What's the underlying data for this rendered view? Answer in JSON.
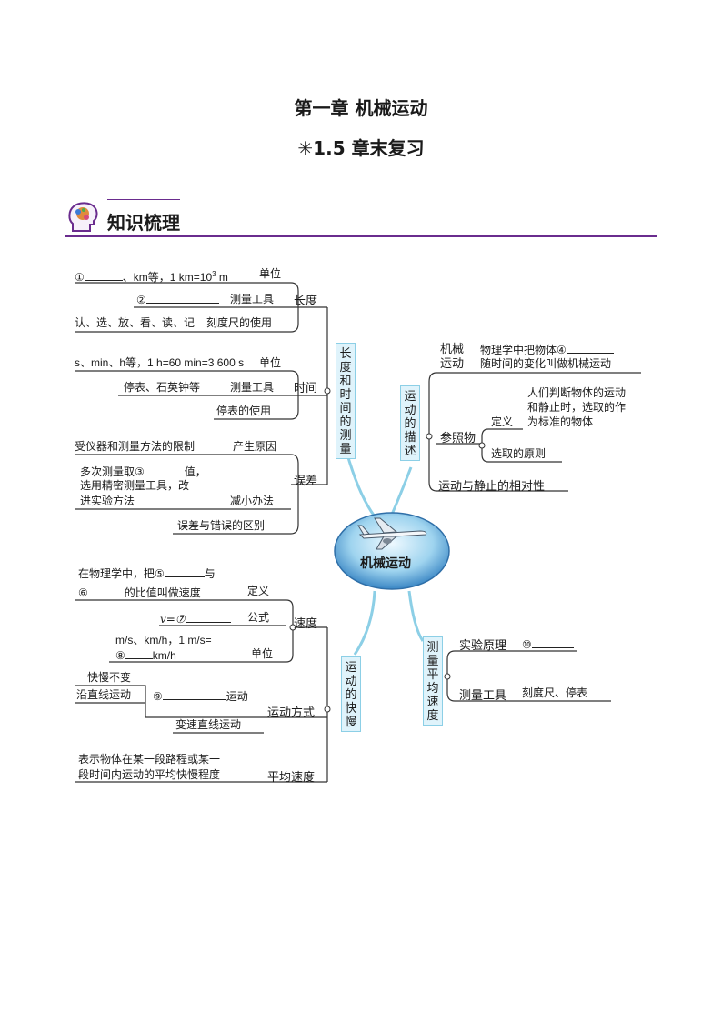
{
  "header": {
    "chapter_title": "第一章  机械运动",
    "section_title": "✳1.5  章末复习"
  },
  "knowledge": {
    "title": "知识梳理"
  },
  "center_label": "机械运动",
  "length_time": {
    "branch_label": [
      "长",
      "度",
      "和",
      "时",
      "间",
      "的",
      "测",
      "量"
    ],
    "length": {
      "label": "长度",
      "unit_label": "单位",
      "unit_text_a": "①",
      "unit_text_b": "、km等，1 km=10",
      "unit_sup": "3",
      "unit_text_c": " m",
      "tool_num": "②",
      "tool_label": "测量工具",
      "ruler_text": "认、选、放、看、读、记",
      "ruler_label": "刻度尺的使用"
    },
    "time": {
      "label": "时间",
      "unit_text": "s、min、h等，1 h=60 min=3 600 s",
      "unit_label": "单位",
      "tools_text": "停表、石英钟等",
      "tools_label": "测量工具",
      "usage_label": "停表的使用"
    },
    "error": {
      "label": "误差",
      "cause_text": "受仪器和测量方法的限制",
      "cause_label": "产生原因",
      "reduce_line1_a": "多次测量取③",
      "reduce_line1_b": "值，",
      "reduce_line2": "选用精密测量工具，改",
      "reduce_line3": "进实验方法",
      "reduce_label": "减小办法",
      "diff_label": "误差与错误的区别"
    }
  },
  "motion_desc": {
    "branch_label": [
      "运",
      "动",
      "的",
      "描",
      "述"
    ],
    "mech_label": [
      "机械",
      "运动"
    ],
    "mech_line1": "物理学中把物体④",
    "mech_line2": "随时间的变化叫做机械运动",
    "ref_label": "参照物",
    "def_label": "定义",
    "def_line1": "人们判断物体的运动",
    "def_line2": "和静止时，选取的作",
    "def_line3": "为标准的物体",
    "choose_label": "选取的原则",
    "relativity_label": "运动与静止的相对性"
  },
  "speed_section": {
    "branch_label": [
      "运",
      "动",
      "的",
      "快",
      "慢"
    ],
    "speed": {
      "label": "速度",
      "def_line1_a": "在物理学中，把⑤",
      "def_line1_b": "与",
      "def_line2_a": "⑥",
      "def_line2_b": "的比值叫做速度",
      "def_label": "定义",
      "formula_a": "v=⑦",
      "formula_label": "公式",
      "unit_line1": "m/s、km/h，1 m/s=",
      "unit_line2_a": "⑧",
      "unit_line2_b": "km/h",
      "unit_label": "单位"
    },
    "mode": {
      "label": "运动方式",
      "uniform_line1": "快慢不变",
      "uniform_line2": "沿直线运动",
      "uniform_num": "⑨",
      "uniform_tail": "运动",
      "variable": "变速直线运动"
    },
    "average": {
      "label": "平均速度",
      "line1": "表示物体在某一段路程或某一",
      "line2": "段时间内运动的平均快慢程度"
    }
  },
  "avg_measure": {
    "branch_label": [
      "测",
      "量",
      "平",
      "均",
      "速",
      "度"
    ],
    "principle_label": "实验原理",
    "principle_num": "⑩",
    "tools_label": "测量工具",
    "tools_text": "刻度尺、停表"
  },
  "colors": {
    "accent_purple": "#6a2c8e",
    "branch_blue": "#8ccfe6",
    "branch_fill": "#dff3fb"
  },
  "icons": {
    "brain": "brain-head-icon",
    "airplane": "airplane-icon"
  }
}
